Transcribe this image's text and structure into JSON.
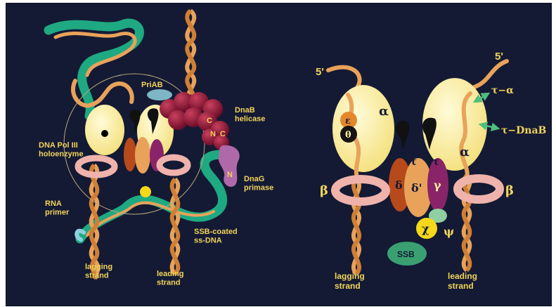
{
  "colors": {
    "background": "#141a34",
    "strand_orange": "#e9a25a",
    "strand_green": "#1fa982",
    "polymerase_yellow": "#fbf0a2",
    "beta_clamp_pink": "#efb3ac",
    "helicase_maroon": "#8e1538",
    "primase_purple": "#b069a8",
    "delta_brown": "#b64a1a",
    "gamma_purple": "#8a2468",
    "chi_yellow": "#f5d81a",
    "ssb_green": "#3aa072",
    "label_yellow": "#f2d45a",
    "arrow_green": "#4fbf7e"
  },
  "left_panel": {
    "labels": {
      "priab": "PriAB",
      "dnab": "DnaB\nhelicase",
      "dnag": "DnaG\nprimase",
      "pol3": "DNA Pol III\nholoenzyme",
      "rna_primer": "RNA\nprimer",
      "ssb_dna": "SSB-coated\nss-DNA",
      "lagging": "lagging\nstrand",
      "leading": "leading\nstrand",
      "c1": "C",
      "n1": "N",
      "c2": "C",
      "n2": "N"
    }
  },
  "right_panel": {
    "labels": {
      "five_prime_left": "5'",
      "five_prime_right": "5'",
      "alpha_left": "α",
      "alpha_right": "α",
      "epsilon": "ε",
      "theta": "θ",
      "tau_left": "τ",
      "tau_right": "τ",
      "tau_alpha": "τ−α",
      "tau_dnab": "τ−DnaB",
      "beta_left": "β",
      "beta_right": "β",
      "delta": "δ",
      "delta_prime": "δ'",
      "gamma": "γ",
      "chi": "χ",
      "psi": "ψ",
      "ssb": "SSB",
      "lagging": "lagging\nstrand",
      "leading": "leading\nstrand"
    }
  }
}
